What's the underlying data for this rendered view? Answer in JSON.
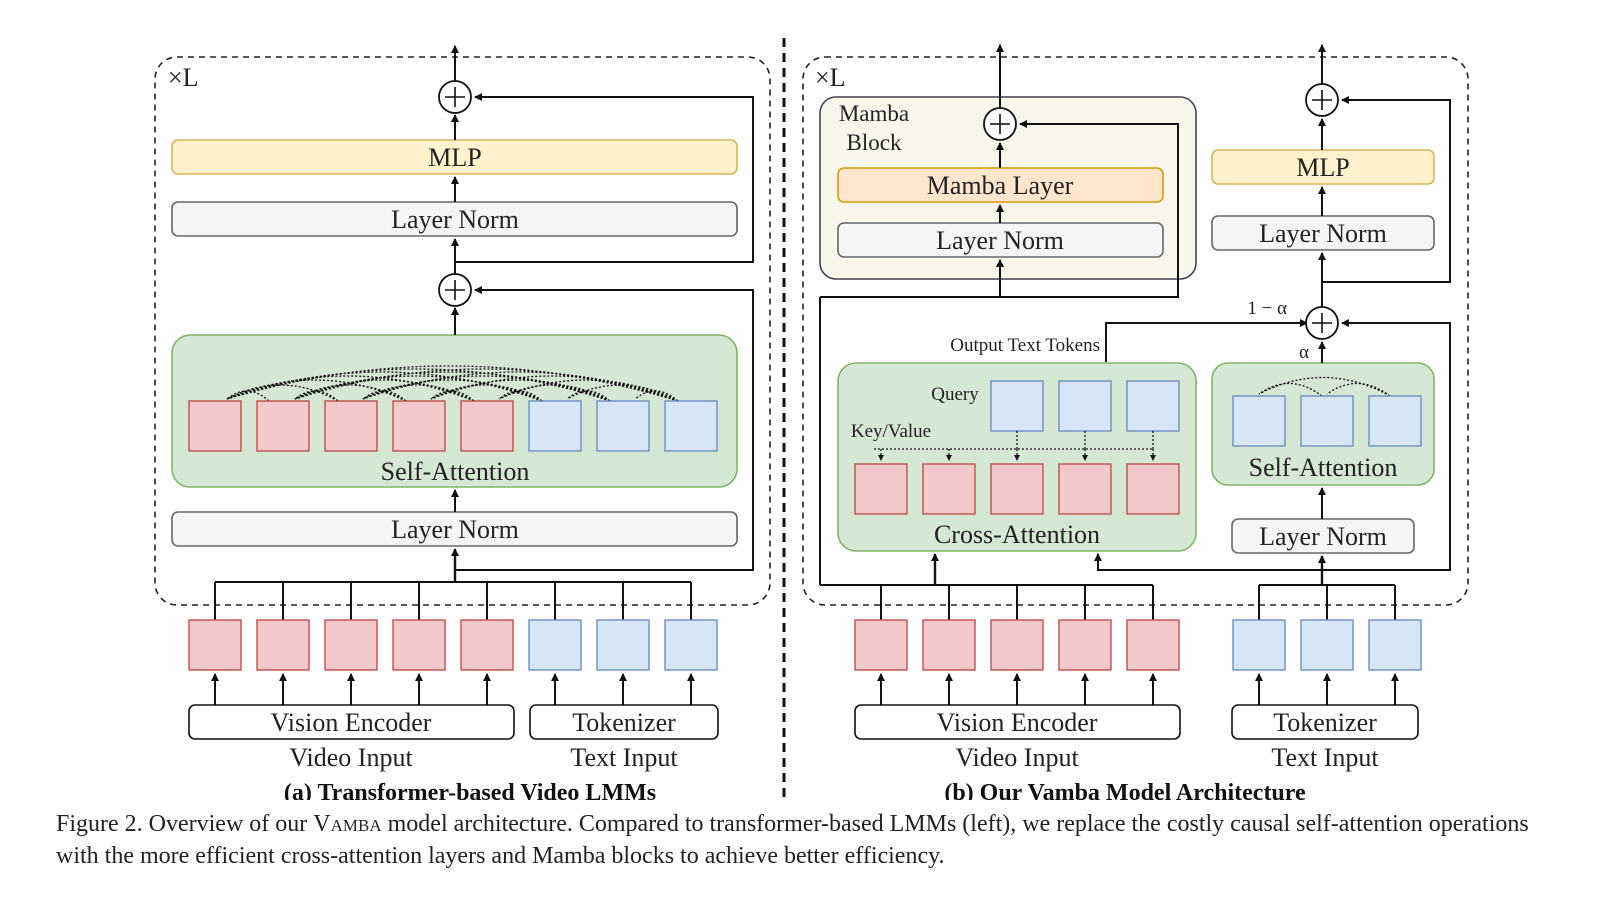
{
  "left": {
    "repeat": "×L",
    "mlp": "MLP",
    "layer_norm_top": "Layer Norm",
    "self_attention": "Self-Attention",
    "layer_norm_bottom": "Layer Norm",
    "vision_encoder": "Vision Encoder",
    "tokenizer": "Tokenizer",
    "video_input": "Video Input",
    "text_input": "Text Input",
    "subtitle": "(a) Transformer-based Video LMMs"
  },
  "right": {
    "repeat": "×L",
    "mamba_block_line1": "Mamba",
    "mamba_block_line2": "Block",
    "mamba_layer": "Mamba Layer",
    "mamba_layer_norm": "Layer Norm",
    "output_text_tokens": "Output Text Tokens",
    "query": "Query",
    "key_value": "Key/Value",
    "cross_attention": "Cross-Attention",
    "mlp": "MLP",
    "layer_norm_top": "Layer Norm",
    "one_minus_alpha": "1 − α",
    "alpha": "α",
    "self_attention": "Self-Attention",
    "layer_norm_bottom": "Layer Norm",
    "vision_encoder": "Vision Encoder",
    "tokenizer": "Tokenizer",
    "video_input": "Video Input",
    "text_input": "Text Input",
    "subtitle": "(b) Our Vamba Model Architecture"
  },
  "caption": {
    "prefix": "Figure 2. Overview of our ",
    "model_name": "Vamba",
    "suffix": " model architecture. Compared to transformer-based LMMs (left), we replace the costly causal self-attention operations with the more efficient cross-attention layers and Mamba blocks to achieve better efficiency."
  },
  "colors": {
    "video_token_fill": "#f4c9cb",
    "video_token_stroke": "#c0504d",
    "text_token_fill": "#d6e6f7",
    "text_token_stroke": "#6c8ebf",
    "attention_fill": "#d5e8d4",
    "attention_stroke": "#82b366",
    "mlp_fill": "#fff2cc",
    "mlp_stroke": "#d6b656",
    "mamba_layer_fill": "#ffe6cc",
    "mamba_layer_stroke": "#d79b00",
    "mamba_block_fill": "#f9f7ed",
    "layer_norm_fill": "#f5f5f5",
    "layer_norm_stroke": "#666666"
  }
}
